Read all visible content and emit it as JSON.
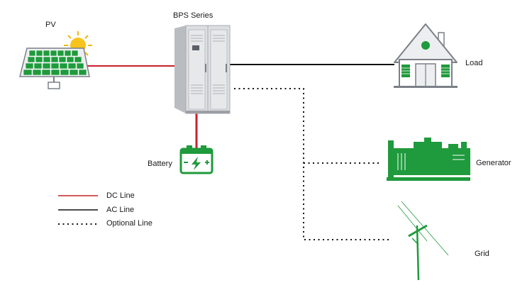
{
  "labels": {
    "pv": "PV",
    "bps": "BPS Series",
    "load": "Load",
    "battery": "Battery",
    "generator": "Generator",
    "grid": "Grid"
  },
  "legend": {
    "dc": "DC Line",
    "ac": "AC Line",
    "optional": "Optional Line"
  },
  "colors": {
    "dc_line": "#c8202a",
    "ac_line": "#111111",
    "optional_line": "#111111",
    "green": "#1f9a3c",
    "cabinet": "#d9dbde"
  },
  "icons": [
    "solar-panel-icon",
    "sun-icon",
    "inverter-cabinet-icon",
    "house-icon",
    "battery-icon",
    "generator-icon",
    "power-pole-icon"
  ]
}
